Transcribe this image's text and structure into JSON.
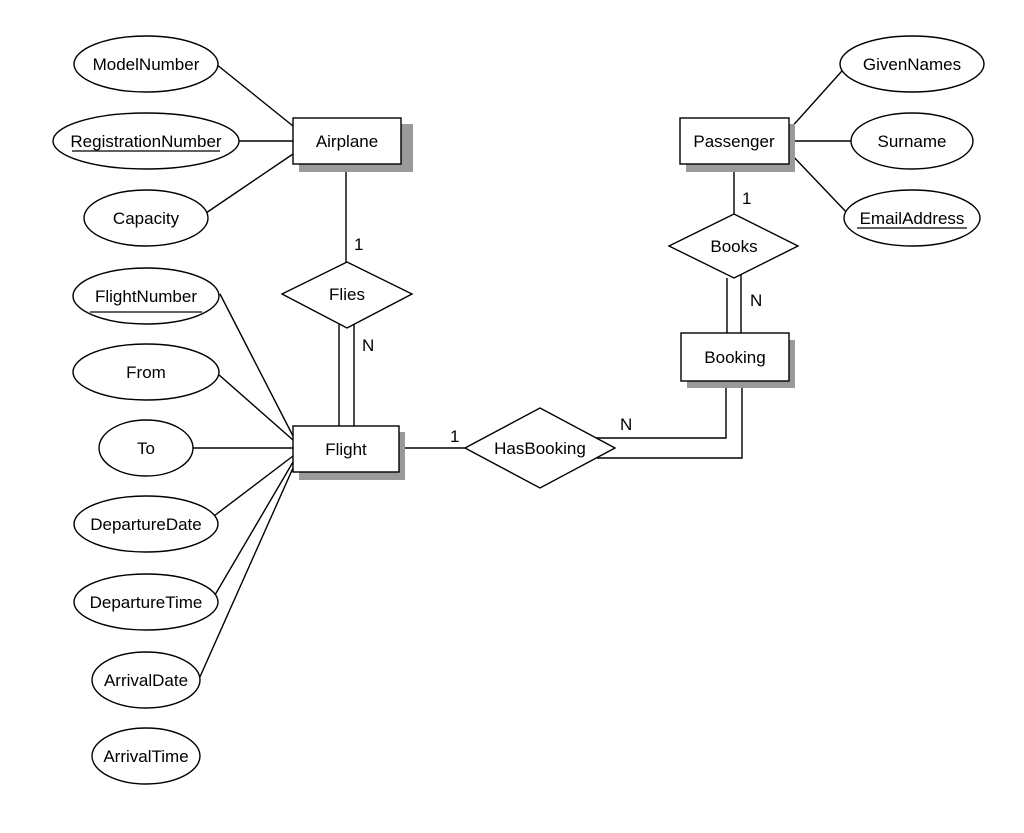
{
  "entities": {
    "airplane": "Airplane",
    "passenger": "Passenger",
    "booking": "Booking",
    "flight": "Flight"
  },
  "relationships": {
    "flies": "Flies",
    "books": "Books",
    "has_booking": "HasBooking"
  },
  "attributes": {
    "model_number": "ModelNumber",
    "registration_number": "RegistrationNumber",
    "capacity": "Capacity",
    "given_names": "GivenNames",
    "surname": "Surname",
    "email_address": "EmailAddress",
    "flight_number": "FlightNumber",
    "from": "From",
    "to": "To",
    "departure_date": "DepartureDate",
    "departure_time": "DepartureTime",
    "arrival_date": "ArrivalDate",
    "arrival_time": "ArrivalTime"
  },
  "cardinalities": {
    "airplane_flies": "1",
    "flies_flight": "N",
    "passenger_books": "1",
    "books_booking": "N",
    "flight_hasbooking": "1",
    "hasbooking_booking": "N"
  }
}
